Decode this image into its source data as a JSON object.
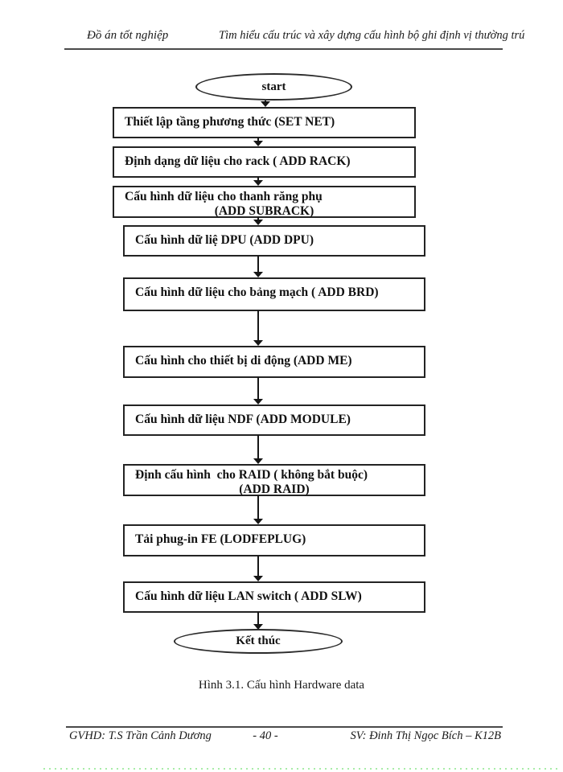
{
  "header": {
    "left": "Đồ án tốt nghiệp",
    "right": "Tìm hiểu cấu trúc và xây dựng cấu hình bộ ghi định vị thường trú"
  },
  "flowchart": {
    "start_label": "start",
    "end_label": "Kết thúc",
    "steps": [
      {
        "lines": [
          "Thiết lập tầng phương thức (SET NET)"
        ]
      },
      {
        "lines": [
          "Định dạng dữ liệu cho rack ( ADD RACK)"
        ]
      },
      {
        "lines": [
          "Cấu hình dữ liệu cho thanh răng phụ",
          "(ADD SUBRACK)"
        ]
      },
      {
        "lines": [
          "Cấu hình dữ liệ DPU (ADD DPU)"
        ]
      },
      {
        "lines": [
          "Cấu hình dữ liệu cho bảng mạch ( ADD BRD)"
        ]
      },
      {
        "lines": [
          "Cấu hình cho thiết bị di động (ADD ME)"
        ]
      },
      {
        "lines": [
          "Cấu hình dữ liệu NDF (ADD MODULE)"
        ]
      },
      {
        "lines": [
          "Định cấu hình  cho RAID ( không bắt buộc)",
          "(ADD RAID)"
        ]
      },
      {
        "lines": [
          "Tải phug-in FE (LODFEPLUG)"
        ]
      },
      {
        "lines": [
          "Cấu hình dữ liệu LAN switch ( ADD SLW)"
        ]
      }
    ]
  },
  "caption": "Hình 3.1. Cấu hình Hardware  data",
  "footer": {
    "left": "GVHD: T.S Trần Cảnh Dương",
    "center": "- 40 -",
    "right": "SV: Đinh Thị Ngọc Bích – K12B"
  },
  "colors": {
    "ink": "#111111",
    "rule": "#4a4a4a",
    "dotted_line": "#a7eda7"
  }
}
